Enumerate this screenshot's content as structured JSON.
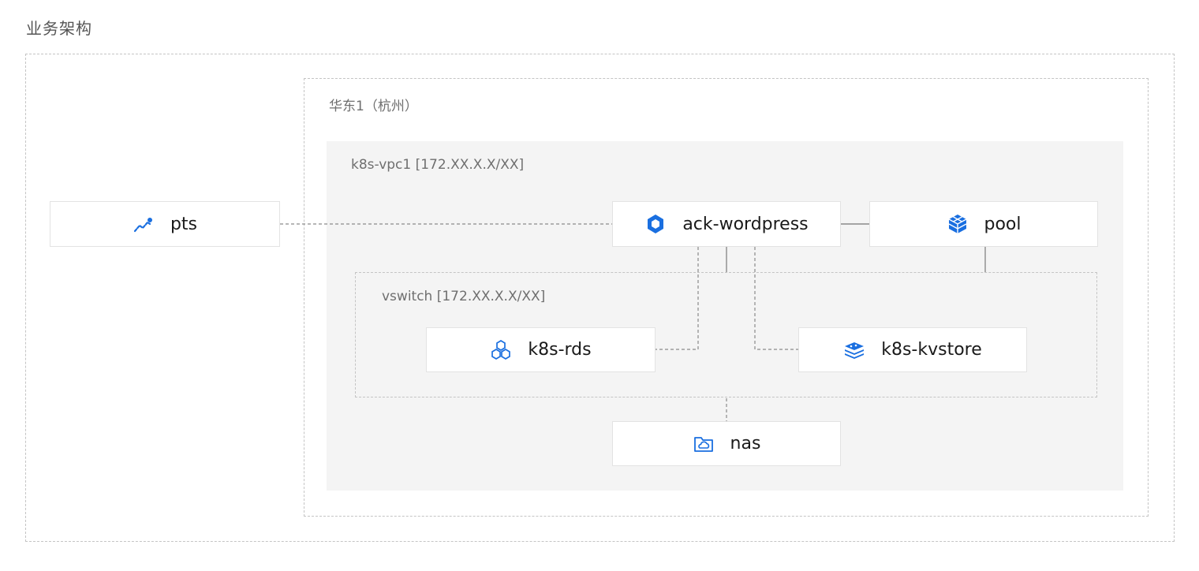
{
  "title": "业务架构",
  "region_label": "华东1（杭州）",
  "vpc_label": "k8s-vpc1 [172.XX.X.X/XX]",
  "vswitch_label": "vswitch [172.XX.X.X/XX]",
  "nodes": {
    "pts": {
      "label": "pts",
      "icon": "pts-trend-icon"
    },
    "ack": {
      "label": "ack-wordpress",
      "icon": "ack-hexagon-icon"
    },
    "pool": {
      "label": "pool",
      "icon": "pool-cube-icon"
    },
    "rds": {
      "label": "k8s-rds",
      "icon": "rds-hexagons-icon"
    },
    "kvstore": {
      "label": "k8s-kvstore",
      "icon": "kvstore-stack-icon"
    },
    "nas": {
      "label": "nas",
      "icon": "nas-folder-icon"
    }
  },
  "colors": {
    "icon": "#1a6fe0",
    "line": "#8a8a8a",
    "border": "#c4c4c4",
    "vpc_fill": "#f4f4f4"
  }
}
